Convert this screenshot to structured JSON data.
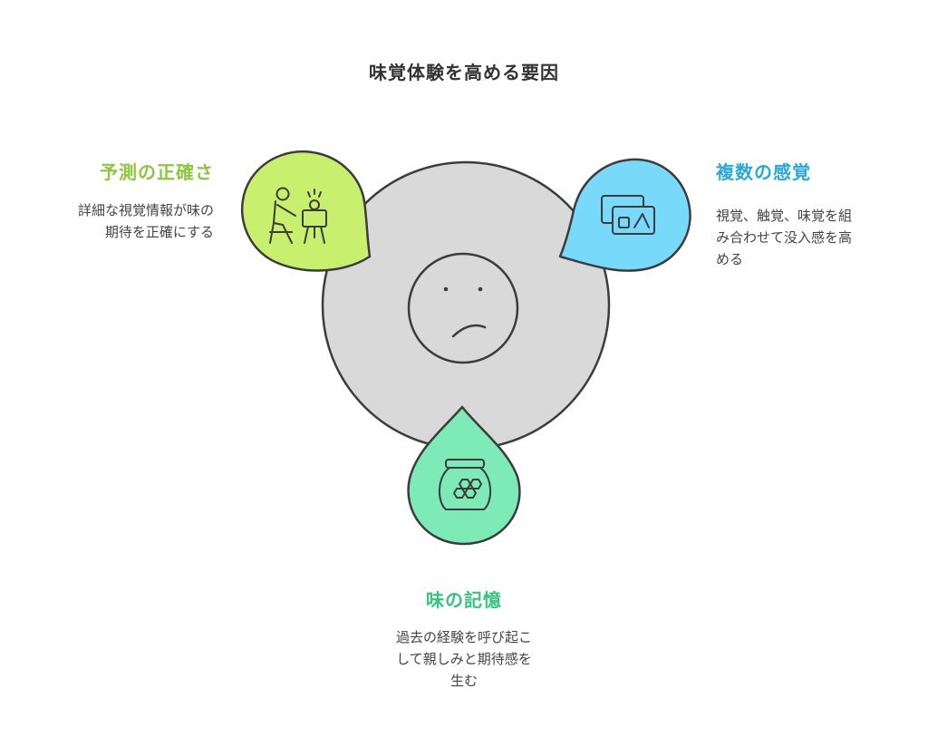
{
  "title": "味覚体験を高める要因",
  "nodes": {
    "left": {
      "heading": "予測の正確さ",
      "desc_lines": [
        "詳細な視覚情報が味の",
        "期待を正確にする"
      ],
      "color": "#8dc63f",
      "fill": "#c8ef6d",
      "icon": "painter-easel-icon"
    },
    "right": {
      "heading": "複数の感覚",
      "desc_lines": [
        "視覚、触覚、味覚を組",
        "み合わせて没入感を高",
        "める"
      ],
      "color": "#2aa8d8",
      "fill": "#78d9fb",
      "icon": "overlapping-frames-icon"
    },
    "bottom": {
      "heading": "味の記憶",
      "desc_lines": [
        "過去の経験を呼び起こ",
        "して親しみと期待感を",
        "生む"
      ],
      "color": "#39c383",
      "fill": "#7eeab8",
      "icon": "honey-jar-icon"
    }
  },
  "center": {
    "icon": "sad-face-icon",
    "fill": "#d9d9d9"
  }
}
